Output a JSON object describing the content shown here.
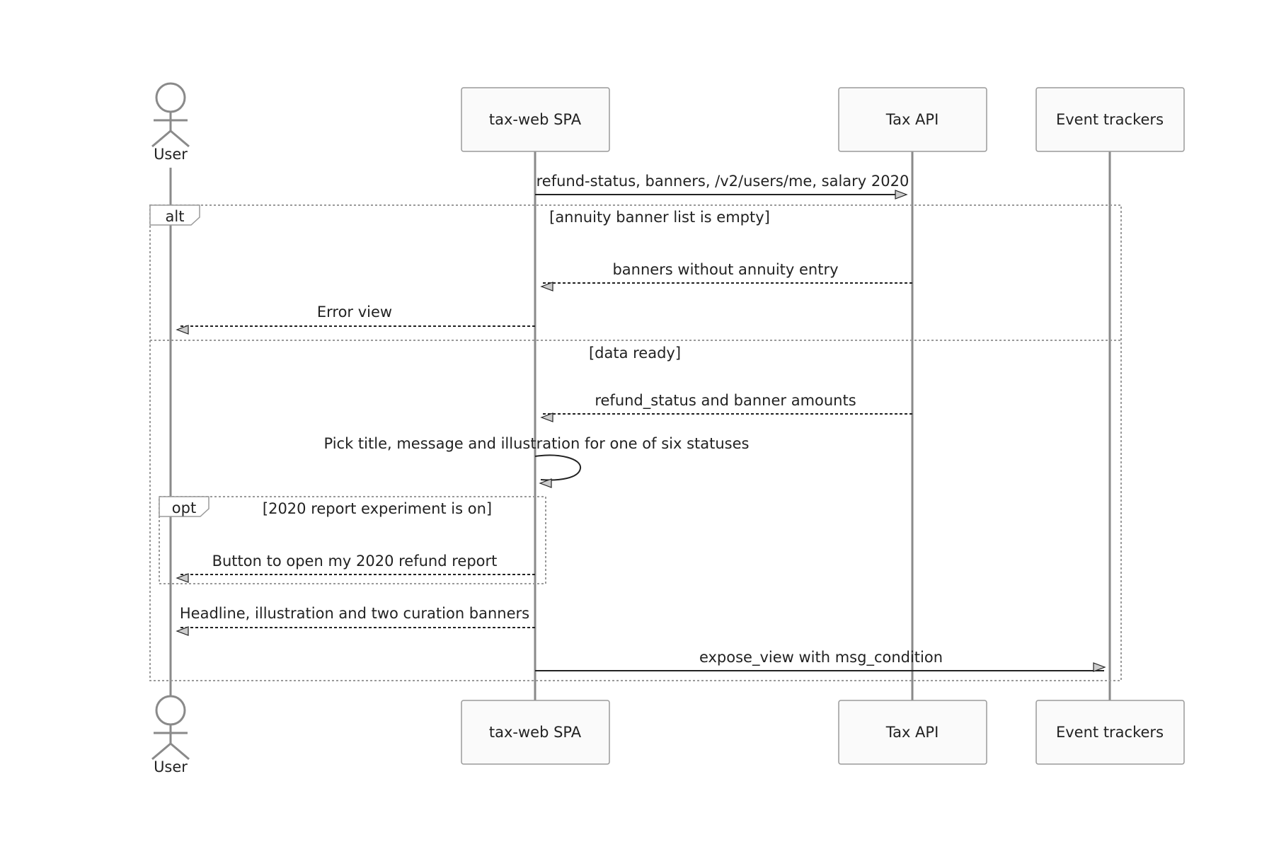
{
  "participants": {
    "user": "User",
    "spa": "tax-web SPA",
    "api": "Tax API",
    "trackers": "Event trackers"
  },
  "messages": {
    "m1": "refund-status, banners, /v2/users/me, salary 2020",
    "m2": "banners without annuity entry",
    "m3": "Error view",
    "m4": "refund_status and banner amounts",
    "m5": "Pick title, message and illustration for one of six statuses",
    "m6": "Button to open my 2020 refund report",
    "m7": "Headline, illustration and two curation banners",
    "m8": "expose_view with msg_condition"
  },
  "fragments": {
    "alt": {
      "label": "alt",
      "guard1": "[annuity banner list is empty]",
      "guard2": "[data ready]"
    },
    "opt": {
      "label": "opt",
      "guard": "[2020 report experiment is on]"
    }
  }
}
